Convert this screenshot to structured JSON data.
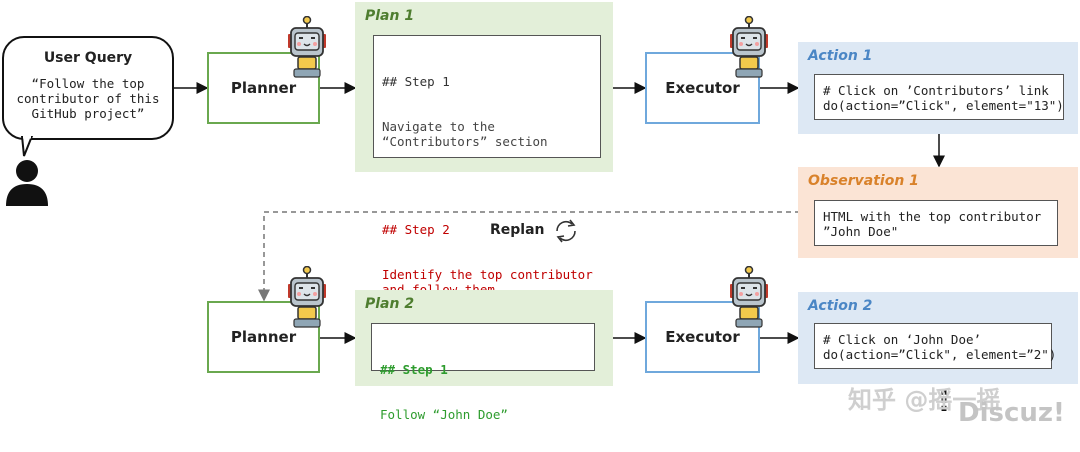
{
  "user_query": {
    "title": "User Query",
    "text": "“Follow the top\ncontributor of this\nGitHub project”"
  },
  "row1": {
    "planner_label": "Planner",
    "plan_title": "Plan 1",
    "step1_heading": "## Step 1",
    "step1_text": "Navigate to the\n“Contributors” section",
    "step2_heading": "## Step 2",
    "step2_text": "Identify the top contributor\nand follow them",
    "executor_label": "Executor",
    "action_title": "Action 1",
    "action_text": "# Click on ’Contributors’ link\ndo(action=”Click\", element=\"13\")"
  },
  "observation": {
    "title": "Observation 1",
    "text": "HTML with the top contributor\n”John Doe\""
  },
  "replan_label": "Replan",
  "row2": {
    "planner_label": "Planner",
    "plan_title": "Plan 2",
    "step1_heading": "## Step 1",
    "step1_text": "Follow “John Doe”",
    "executor_label": "Executor",
    "action_title": "Action 2",
    "action_text": "# Click on ‘John Doe’\ndo(action=”Click\", element=”2\")"
  },
  "ellipsis": "⋮",
  "watermark": {
    "text1": "知乎 @摇一摇",
    "text2": "Discuz!"
  },
  "colors": {
    "planner_border": "#6aa84f",
    "executor_border": "#6fa8dc",
    "plan_panel_bg": "#e3efd9",
    "action_panel_bg": "#dde8f4",
    "observation_panel_bg": "#fbe4d5",
    "plan_title": "#4e7d2f",
    "action_title": "#4a86c5",
    "observation_title": "#d9822b"
  },
  "icons": [
    "user-icon",
    "robot-icon",
    "refresh-icon"
  ]
}
